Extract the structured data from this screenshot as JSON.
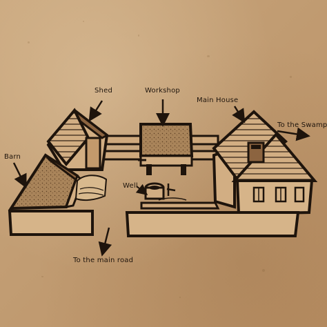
{
  "labels": {
    "shed": "Shed",
    "workshop": "Workshop",
    "main_house": "Main House",
    "to_the_swamp": "To the Swamp",
    "barn": "Barn",
    "well": "Well",
    "to_the_main_road": "To the main road"
  },
  "colors": {
    "paper": "#c7a47b",
    "ink": "#1e140c",
    "roof_fill": "#a67c52",
    "wall_fill": "#d6b489"
  }
}
